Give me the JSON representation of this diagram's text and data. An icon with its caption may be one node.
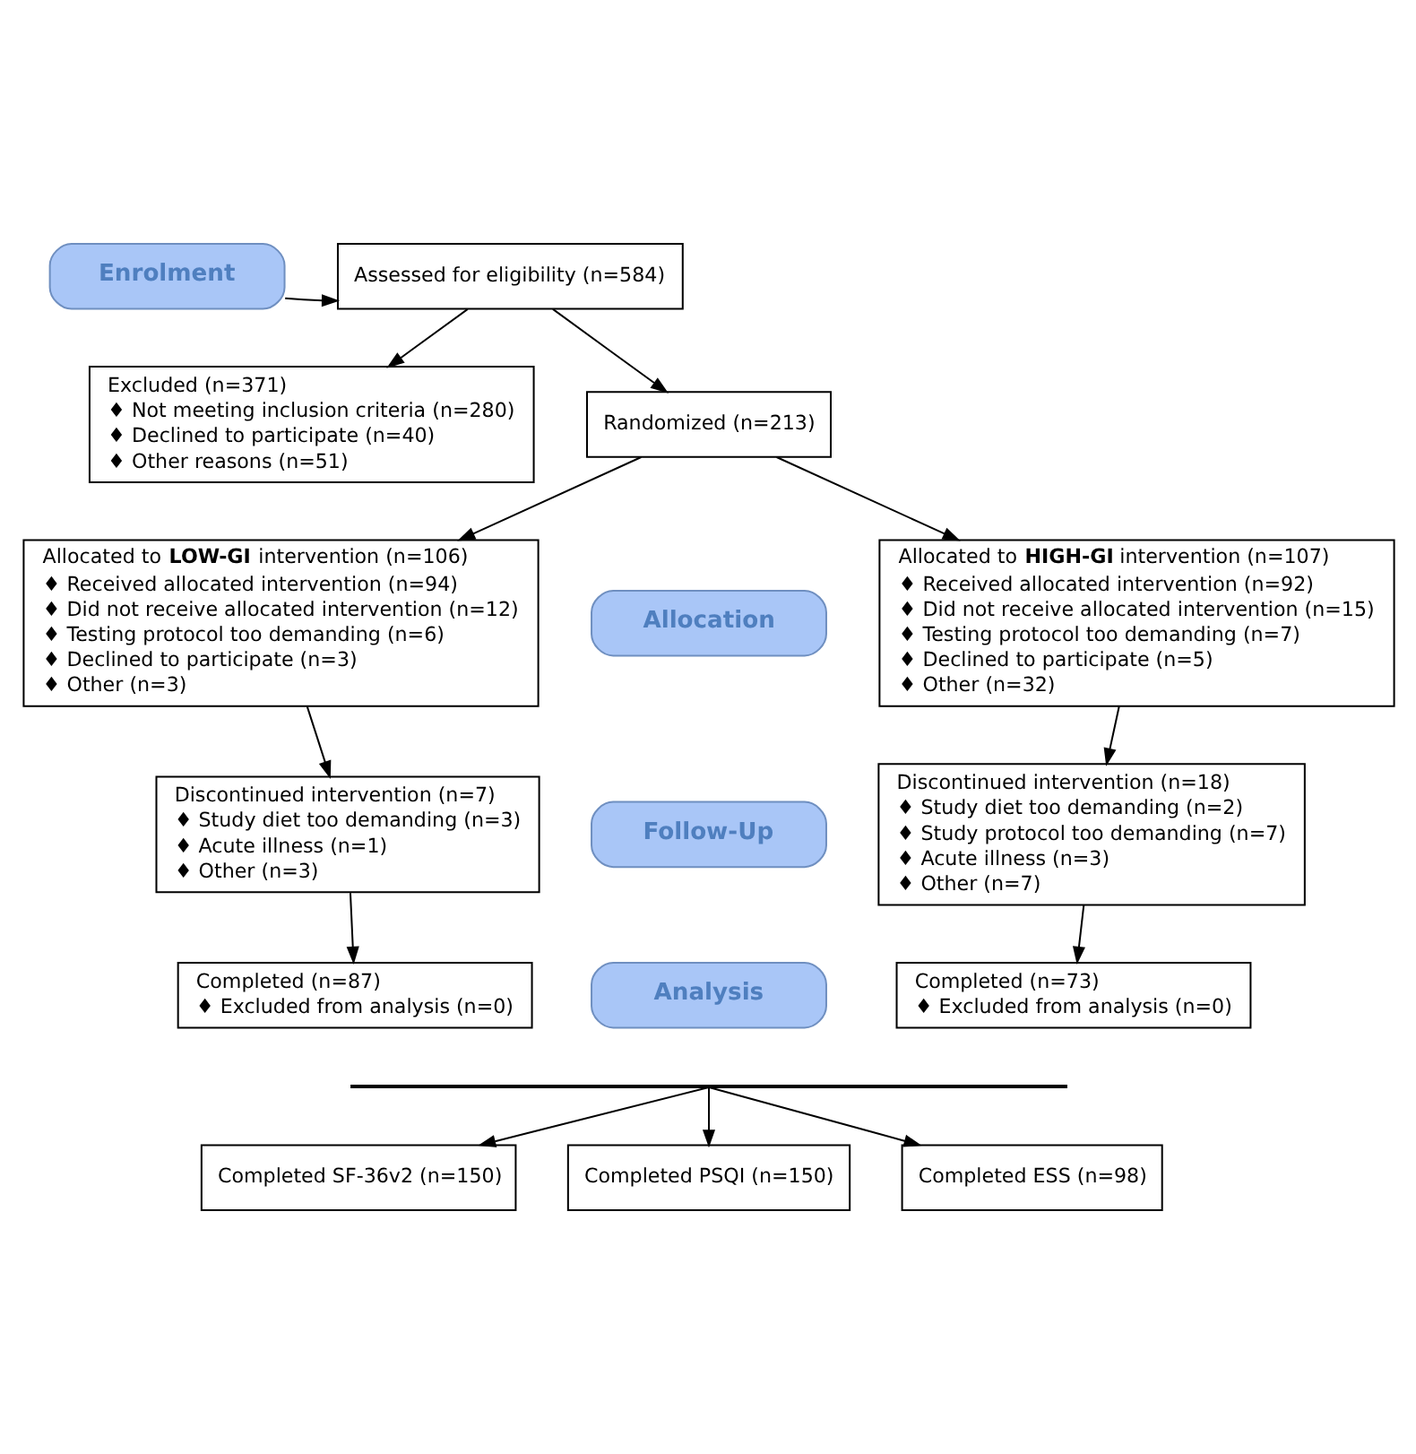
{
  "diagram": {
    "nodes": [
      {
        "text": [
          "Enrolment"
        ]
      },
      {
        "text": [
          "Assessed for eligibility (n=584)"
        ]
      },
      {
        "text": [
          "Excluded (n=371)",
          "♦ Not meeting inclusion criteria (n=280)",
          "♦ Declined to participate (n=40)",
          "♦ Other reasons (n=51)"
        ]
      },
      {
        "text": [
          "Randomized (n=213)"
        ]
      },
      {
        "text": [
          "Allocation"
        ]
      },
      {
        "text": [
          "Allocated to **LOW-GI** intervention (n=106)",
          "♦ Received allocated intervention (n=94)",
          "♦ Did not receive allocated intervention (n=12)",
          "♦ Testing protocol too demanding (n=6)",
          "♦ Declined to participate (n=3)",
          "♦ Other (n=3)"
        ]
      },
      {
        "text": [
          "Allocated to **HIGH-GI** intervention (n=107)",
          "♦ Received allocated intervention (n=92)",
          "♦ Did not receive allocated intervention (n=15)",
          "♦ Testing protocol too demanding (n=7)",
          "♦ Declined to participate (n=5)",
          "♦ Other (n=32)"
        ]
      },
      {
        "text": [
          "Follow-Up"
        ]
      },
      {
        "text": [
          "Discontinued intervention (n=7)",
          "♦ Study diet too demanding (n=3)",
          "♦ Acute illness (n=1)",
          "♦ Other (n=3)"
        ]
      },
      {
        "text": [
          "Discontinued intervention (n=18)",
          "♦ Study diet too demanding (n=2)",
          "♦ Study protocol too demanding (n=7)",
          "♦ Acute illness (n=3)",
          "♦ Other (n=7)"
        ]
      },
      {
        "text": [
          "Analysis"
        ]
      },
      {
        "text": [
          "Completed (n=87)",
          "♦ Excluded from analysis (n=0)"
        ]
      },
      {
        "text": [
          "Completed (n=73)",
          "♦ Excluded from analysis (n=0)"
        ]
      },
      {
        "text": [],
        "shape": "bar"
      },
      {
        "text": [
          "Completed SF-36v2 (n=150)"
        ]
      },
      {
        "text": [
          "Completed PSQI (n=150)"
        ]
      },
      {
        "text": [
          "Completed ESS (n=98)"
        ]
      }
    ],
    "edges": [
      {
        "from": 0,
        "to": 1,
        "arrow": "to"
      },
      {
        "from": 1,
        "to": 2,
        "arrow": "to"
      },
      {
        "from": 1,
        "to": 3,
        "arrow": "to"
      },
      {
        "from": 3,
        "to": 5,
        "arrow": "to"
      },
      {
        "from": 3,
        "to": 6,
        "arrow": "to"
      },
      {
        "from": 5,
        "to": 8,
        "arrow": "to"
      },
      {
        "from": 6,
        "to": 9,
        "arrow": "to"
      },
      {
        "from": 8,
        "to": 11,
        "arrow": "to"
      },
      {
        "from": 9,
        "to": 12,
        "arrow": "to"
      },
      {
        "from": 13,
        "to": 14,
        "arrow": "to"
      },
      {
        "from": 13,
        "to": 15,
        "arrow": "to"
      },
      {
        "from": 13,
        "to": 16,
        "arrow": "to"
      }
    ]
  }
}
